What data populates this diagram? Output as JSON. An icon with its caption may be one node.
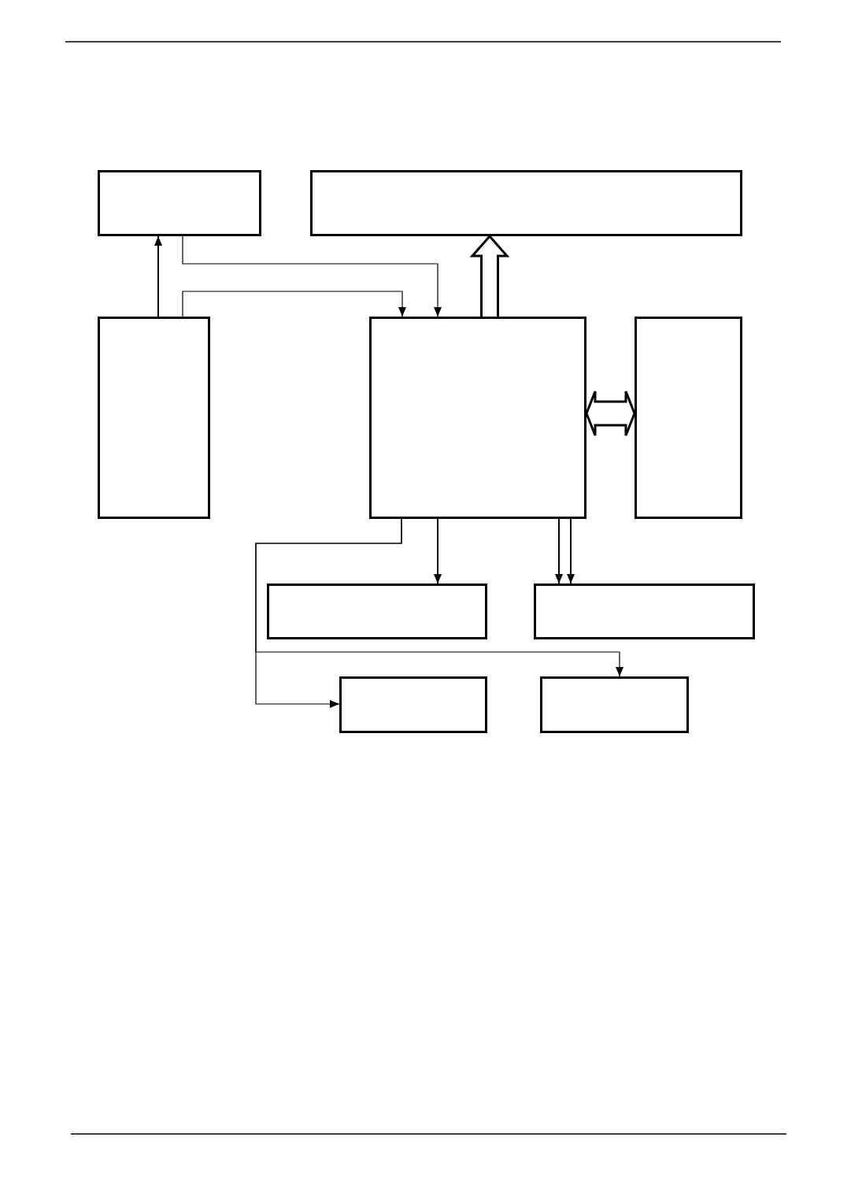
{
  "diagram": {
    "nodes": [
      {
        "text": [],
        "shape": "box"
      },
      {
        "text": [],
        "shape": "box"
      },
      {
        "text": [],
        "shape": "box"
      },
      {
        "text": [],
        "shape": "box"
      },
      {
        "text": [],
        "shape": "box"
      },
      {
        "text": [],
        "shape": "box"
      },
      {
        "text": [],
        "shape": "box"
      },
      {
        "text": [],
        "shape": "box"
      },
      {
        "text": [],
        "shape": "box"
      }
    ],
    "edges": [
      {
        "from": 2,
        "to": 0,
        "arrow": "to"
      },
      {
        "from": 0,
        "to": 3,
        "arrow": "to"
      },
      {
        "from": 2,
        "to": 3,
        "arrow": "to"
      },
      {
        "from": 3,
        "to": 1,
        "arrow": "to",
        "style": "thick"
      },
      {
        "from": 3,
        "to": 4,
        "arrow": "both",
        "style": "thick"
      },
      {
        "from": 3,
        "to": 5,
        "arrow": "to"
      },
      {
        "from": 3,
        "to": 6,
        "arrow": "to"
      },
      {
        "from": 3,
        "to": 6,
        "arrow": "to"
      },
      {
        "from": 3,
        "to": 7,
        "arrow": "to"
      },
      {
        "from": 3,
        "to": 8,
        "arrow": "to"
      }
    ]
  }
}
